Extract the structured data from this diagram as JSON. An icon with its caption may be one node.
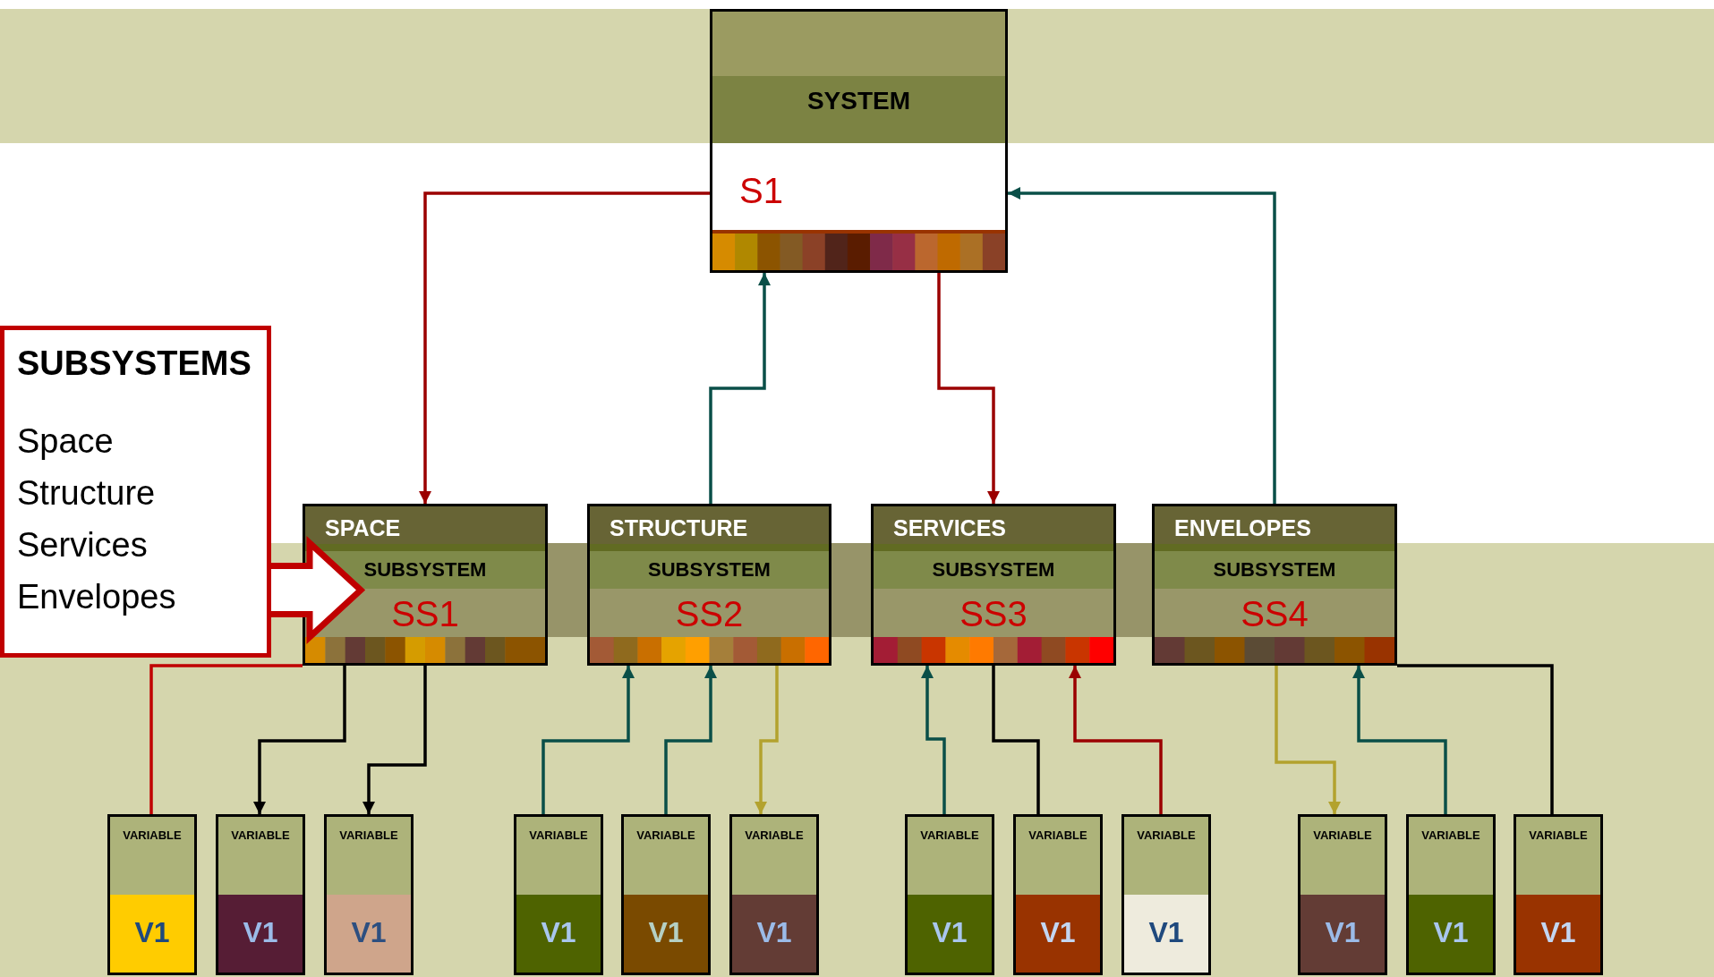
{
  "diagram": {
    "nodes": [
      {
        "text": [
          "SYSTEM",
          "S1"
        ]
      },
      {
        "text": [
          "SUBSYSTEMS",
          "Space",
          "Structure",
          "Services",
          "Envelopes"
        ]
      },
      {
        "text": [
          "SPACE",
          "SUBSYSTEM",
          "SS1"
        ]
      },
      {
        "text": [
          "STRUCTURE",
          "SUBSYSTEM",
          "SS2"
        ]
      },
      {
        "text": [
          "SERVICES",
          "SUBSYSTEM",
          "SS3"
        ]
      },
      {
        "text": [
          "ENVELOPES",
          "SUBSYSTEM",
          "SS4"
        ]
      },
      {
        "text": [
          "VARIABLE",
          "V1"
        ]
      },
      {
        "text": [
          "VARIABLE",
          "V1"
        ]
      },
      {
        "text": [
          "VARIABLE",
          "V1"
        ]
      },
      {
        "text": [
          "VARIABLE",
          "V1"
        ]
      },
      {
        "text": [
          "VARIABLE",
          "V1"
        ]
      },
      {
        "text": [
          "VARIABLE",
          "V1"
        ]
      },
      {
        "text": [
          "VARIABLE",
          "V1"
        ]
      },
      {
        "text": [
          "VARIABLE",
          "V1"
        ]
      },
      {
        "text": [
          "VARIABLE",
          "V1"
        ]
      },
      {
        "text": [
          "VARIABLE",
          "V1"
        ]
      },
      {
        "text": [
          "VARIABLE",
          "V1"
        ]
      },
      {
        "text": [
          "VARIABLE",
          "V1"
        ]
      }
    ],
    "edges": [
      {
        "from": 0,
        "to": 2,
        "arrow": "to",
        "color": "#9b0000"
      },
      {
        "from": 3,
        "to": 0,
        "arrow": "to"
      },
      {
        "from": 0,
        "to": 4,
        "arrow": "to",
        "color": "#9b0000"
      },
      {
        "from": 5,
        "to": 0,
        "arrow": "to"
      },
      {
        "from": 2,
        "to": 6,
        "arrow": "none",
        "color": "#c00000"
      },
      {
        "from": 2,
        "to": 7,
        "arrow": "to",
        "color": "#000000"
      },
      {
        "from": 2,
        "to": 8,
        "arrow": "to",
        "color": "#000000"
      },
      {
        "from": 9,
        "to": 3,
        "arrow": "to"
      },
      {
        "from": 10,
        "to": 3,
        "arrow": "to"
      },
      {
        "from": 3,
        "to": 11,
        "arrow": "to",
        "color": "#b3a22e"
      },
      {
        "from": 12,
        "to": 4,
        "arrow": "to"
      },
      {
        "from": 4,
        "to": 13,
        "arrow": "none",
        "color": "#000000"
      },
      {
        "from": 14,
        "to": 4,
        "arrow": "to",
        "color": "#9b0000"
      },
      {
        "from": 5,
        "to": 15,
        "arrow": "to",
        "color": "#b3a22e"
      },
      {
        "from": 16,
        "to": 5,
        "arrow": "to"
      },
      {
        "from": 5,
        "to": 17,
        "arrow": "none",
        "color": "#000000"
      },
      {
        "from": 1,
        "to": 2,
        "arrow": "to",
        "style": "thick",
        "color": "#c00000"
      }
    ]
  }
}
